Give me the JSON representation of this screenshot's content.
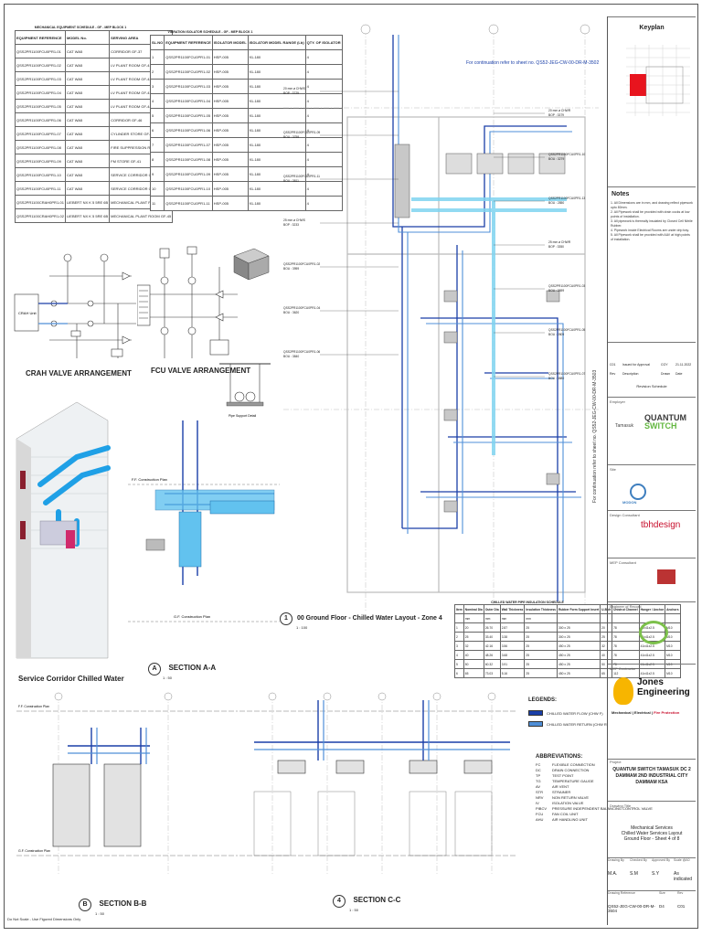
{
  "mech_schedule": {
    "title": "MECHANICAL EQUIPMENT SCHEDULE - GF - MEP BLOCK 1",
    "headers": [
      "EQUIPMENT REFERENCE",
      "MODEL No.",
      "SERVING AREA"
    ],
    "rows": [
      [
        "QSS2PR1100FCU0PR1-01",
        "CAT WA5",
        "CORRIDOR GF-37"
      ],
      [
        "QSS2PR1100FCU0PR1-02",
        "CAT WA5",
        "LV PLANT ROOM GF-41"
      ],
      [
        "QSS2PR1100FCU0PR1-03",
        "CAT WA5",
        "LV PLANT ROOM GF-42"
      ],
      [
        "QSS2PR1100FCU0PR1-04",
        "CAT WA5",
        "LV PLANT ROOM GF-43"
      ],
      [
        "QSS2PR1100FCU0PR1-05",
        "CAT WA5",
        "LV PLANT ROOM GF-44"
      ],
      [
        "QSS2PR1100FCU0PR1-06",
        "CAT WA5",
        "CORRIDOR GF-46"
      ],
      [
        "QSS2PR1100FCU0PR1-07",
        "CAT WA5",
        "CYLINDER STORE GF-38"
      ],
      [
        "QSS2PR1100FCU0PR1-08",
        "CAT WA5",
        "FIRE SUPPRESSION ROOM GF-39"
      ],
      [
        "QSS2PR1100FCU0PR1-09",
        "CAT WA5",
        "FM STORE GF-41"
      ],
      [
        "QSS2PR1100FCU0PR1-10",
        "CAT WA5",
        "SERVICE CORRIDOR GF-36"
      ],
      [
        "QSS2PR1100FCU0PR1-11",
        "CAT WA5",
        "SERVICE CORRIDOR GF-36"
      ],
      [
        "QSS2PR1100CRAH0PR1-01",
        "LIEBERT NX K 5 5RE 6B",
        "MECHANICAL PLANT ROOM GF-45"
      ],
      [
        "QSS2PR1100CRAH0PR1-02",
        "LIEBERT NX K 5 5RE 6B",
        "MECHANICAL PLANT ROOM GF-45"
      ]
    ]
  },
  "vib_schedule": {
    "title": "VIBRATION ISOLATOR SCHEDULE - GF - MEP BLOCK 1",
    "headers": [
      "SL.NO",
      "EQUIPMENT REFERENCE",
      "ISOLATOR MODEL",
      "ISOLATOR MODEL RANGE (Lb)",
      "QTY. OF ISOLATOR"
    ],
    "rows": [
      [
        "1",
        "QSS2PR1100FCU0PR1-01",
        "HSP-005",
        "91-180",
        "4"
      ],
      [
        "2",
        "QSS2PR1100FCU0PR1-02",
        "HSP-005",
        "91-180",
        "4"
      ],
      [
        "3",
        "QSS2PR1100FCU0PR1-03",
        "HSP-005",
        "91-180",
        "4"
      ],
      [
        "4",
        "QSS2PR1100FCU0PR1-04",
        "HSP-005",
        "91-180",
        "4"
      ],
      [
        "5",
        "QSS2PR1100FCU0PR1-05",
        "HSP-005",
        "91-180",
        "4"
      ],
      [
        "6",
        "QSS2PR1100FCU0PR1-06",
        "HSP-005",
        "91-180",
        "4"
      ],
      [
        "7",
        "QSS2PR1100FCU0PR1-07",
        "HSP-005",
        "91-180",
        "4"
      ],
      [
        "8",
        "QSS2PR1100FCU0PR1-08",
        "HSP-005",
        "91-180",
        "4"
      ],
      [
        "9",
        "QSS2PR1100FCU0PR1-09",
        "HSP-005",
        "91-180",
        "4"
      ],
      [
        "10",
        "QSS2PR1100FCU0PR1-10",
        "HSP-005",
        "91-180",
        "4"
      ],
      [
        "11",
        "QSS2PR1100FCU0PR1-11",
        "HSP-005",
        "91-180",
        "4"
      ]
    ]
  },
  "labels": {
    "crah_valve": "CRAH VALVE ARRANGEMENT",
    "fcu_valve": "FCU VALVE ARRANGEMENT",
    "crah_unit": "CRAH Unit",
    "service_corridor": "Service Corridor Chilled Water",
    "section_aa": "SECTION A-A",
    "section_aa_scale": "1 : 50",
    "section_aa_marker": "A",
    "section_bb": "SECTION B-B",
    "section_bb_marker": "B",
    "section_cc": "SECTION C-C",
    "section_cc_marker": "4",
    "section_scale": "1 : 50",
    "plan_title": "00 Ground Floor - Chilled Water Layout - Zone 4",
    "plan_marker": "1",
    "plan_scale": "1 : 100",
    "continuation": "For continuation refer to sheet no. QS52-JEG-CW-00-DR-M-3502",
    "continuation_side": "For continuation refer to sheet no. QS52-JEG-CW-00-DR-M-3503",
    "pipe_support": "Pipe Support Detail",
    "ff_constr": "F.F. Construction Plan",
    "gf_constr": "G.F. Construction Plan",
    "do_not_scale": "Do Not Scale - Use Figured Dimensions Only"
  },
  "insulation": {
    "title": "CHILLED WATER PIPE INSULATION SCHEDULE",
    "headers": [
      "Item",
      "Nominal Dia",
      "Outer Dia",
      "Wall Thickness",
      "Insulation Thickness",
      "Rubber Form Support Insert",
      "U-Bolt",
      "Unistrut Channel",
      "Hanger / Anchor",
      "Anchors"
    ],
    "units": [
      "",
      "mm",
      "mm",
      "mm",
      "mm",
      "",
      "",
      "",
      "",
      ""
    ],
    "rows": [
      [
        "1",
        "20",
        "26.70",
        "2.87",
        "25",
        "300 x 25",
        "20",
        "78",
        "41x41x2.5",
        "M10"
      ],
      [
        "2",
        "25",
        "33.40",
        "3.38",
        "25",
        "300 x 25",
        "25",
        "78",
        "41x41x2.5",
        "M10"
      ],
      [
        "3",
        "32",
        "42.16",
        "3.56",
        "25",
        "450 x 25",
        "32",
        "78",
        "41x41x2.5",
        "M10"
      ],
      [
        "4",
        "40",
        "48.26",
        "3.68",
        "25",
        "450 x 25",
        "40",
        "78",
        "41x41x2.5",
        "M10"
      ],
      [
        "5",
        "50",
        "60.32",
        "3.91",
        "25",
        "450 x 25",
        "50",
        "78",
        "41x41x2.5",
        "M10"
      ],
      [
        "6",
        "65",
        "73.03",
        "5.16",
        "25",
        "450 x 25",
        "65",
        "112",
        "41x41x2.5",
        "M10"
      ]
    ]
  },
  "legends": {
    "title": "LEGENDS:",
    "items": [
      {
        "label": "CHILLED WATER FLOW (CHW F)",
        "color": "#1a3fa8"
      },
      {
        "label": "CHILLED WATER RETURN (CHW R)",
        "color": "#4f8fd8"
      }
    ]
  },
  "abbreviations": {
    "title": "ABBREVIATIONS:",
    "items": [
      [
        "FC",
        "FLEXIBLE CONNECTION"
      ],
      [
        "DC",
        "DRAIN CONNECTION"
      ],
      [
        "TP",
        "TEST POINT"
      ],
      [
        "TG",
        "TEMPERATURE GAUGE"
      ],
      [
        "AV",
        "AIR VENT"
      ],
      [
        "STR",
        "STRAINER"
      ],
      [
        "NRV",
        "NON RETURN VALVE"
      ],
      [
        "IV",
        "ISOLATION VALVE"
      ],
      [
        "PIBCV",
        "PRESSURE INDEPENDENT BALANCING CONTROL VALVE"
      ],
      [
        "FCU",
        "FAN COIL UNIT"
      ],
      [
        "AHU",
        "AIR HANDLING UNIT"
      ]
    ]
  },
  "titleblock": {
    "keyplan": "Keyplan",
    "notes_title": "Notes",
    "notes": [
      "1. All Dimensions are in mm, and drawing reflect pipework upto 80mm.",
      "2. All Pipework shall be provided with drain cocks at low points of installation.",
      "3. All pipework is thermally insulated by Closed Cell Nitrile Rubber.",
      "4. Pipework inside Electrical Rooms are under drip tray.",
      "5. All Pipework shall be provided with AAV at high points of installation."
    ],
    "revision": {
      "rev": "C01",
      "desc": "Issued for Approval",
      "by": "CGY",
      "date": "21.11.2022"
    },
    "revision_headers": [
      "Rev",
      "Description",
      "Drawn",
      "Date"
    ],
    "revision_schedule": "Revision Schedule",
    "employer": "Employer",
    "employer_name_1": "QUANTUM",
    "employer_name_2": "SWITCH",
    "employer_sub": "Tamasuk",
    "site": "Site",
    "site_name": "MODON",
    "design_consultant": "Design Consultant",
    "design_name": "tbhdesign",
    "mep_consultant": "MEP Consultant",
    "engineer_record": "Engineer of Record",
    "mep_contractor": "MEP Contractor",
    "contractor_name_1": "Jones",
    "contractor_name_2": "Engineering",
    "contractor_tag_1": "Mechanical",
    "contractor_tag_2": "Electrical",
    "contractor_tag_3": "Fire Protection",
    "project_label": "Project",
    "project": [
      "QUANTUM SWITCH TAMASUK DC 2",
      "DAMMAM 2ND INDUSTRIAL CITY",
      "DAMMAM KSA"
    ],
    "drawing_title_label": "Drawing Title",
    "drawing_title": [
      "Mechanical Services",
      "Chilled Water Services Layout",
      "Ground Floor - Sheet 4 of 8"
    ],
    "drawn_by_label": "Drawing By",
    "checked_label": "Checked By",
    "approved_label": "Approved By",
    "scale_label": "Scale @A0",
    "drawn_by": "M.A.",
    "checked_by": "S.M",
    "approved_by": "S.Y",
    "scale": "As indicated",
    "ref_label": "Drawing Reference",
    "size_label": "Size",
    "rev_label": "Rev",
    "drawing_ref": "QS52-JEG-CW-00-DR-M-3504",
    "size": "D4",
    "rev_no": "C01"
  },
  "plan": {
    "tags": [
      "20 mm ø CHWS",
      "BOP : 3729",
      "20 mm ø CHWR",
      "BOP : 3379",
      "QSS2PR1100FCU0PR1-09",
      "BOU : 3759",
      "QSS2PR1100FCU0PR1-10",
      "BOU : 3279",
      "QSS2PR1100FCU0PR1-11",
      "BOU : 3811",
      "QSS2PR1100FCU0PR1-13",
      "BOU : 2850",
      "25 mm ø CHWS",
      "BOP : 3233",
      "25 mm ø CHWR",
      "BOP : 3350",
      "QSS2PR1100FCU0PR1-02",
      "BOU : 3959",
      "QSS2PR1100FCU0PR1-03",
      "BOU : 2659",
      "QSS2PR1100FCU0PR1-04",
      "BOU : 3620",
      "QSS2PR1100FCU0PR1-05",
      "BOU : 2809",
      "QSS2PR1100FCU0PR1-06",
      "BOU : 3840",
      "QSS2PR1100FCU0PR1-07",
      "BOU : 3880"
    ]
  }
}
